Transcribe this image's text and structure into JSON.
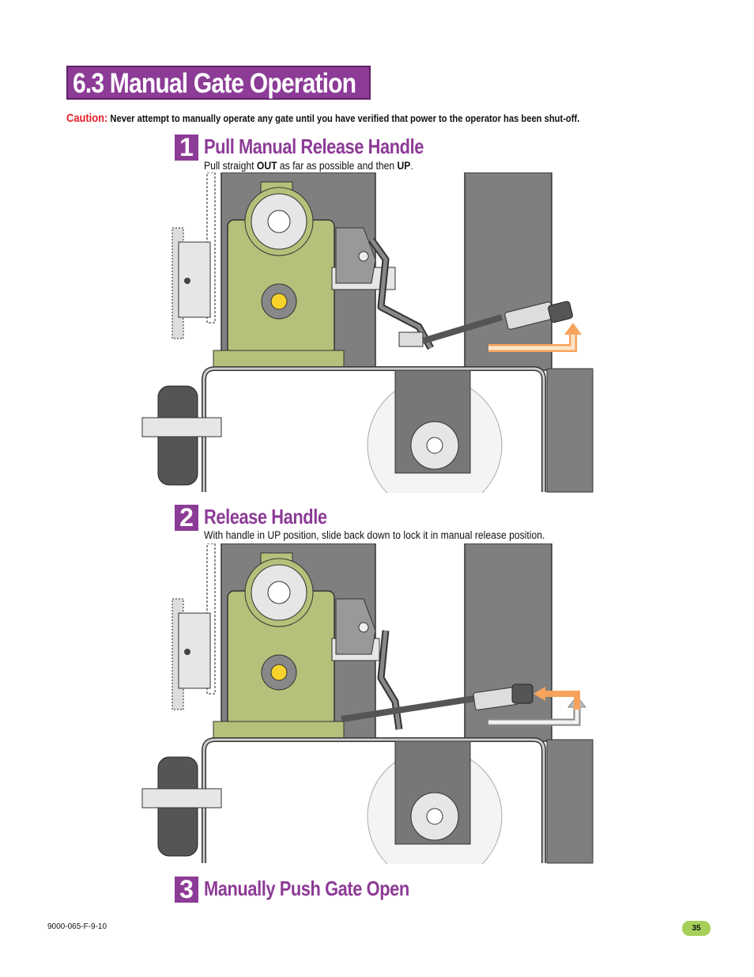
{
  "header": {
    "title": "6.3 Manual Gate Operation"
  },
  "caution": {
    "label": "Caution:",
    "text": "Never attempt to manually operate any gate until you have verified that power to the operator has been shut-off."
  },
  "steps": [
    {
      "number": "1",
      "title": "Pull Manual Release Handle",
      "desc_pre": "Pull straight ",
      "desc_b1": "OUT",
      "desc_mid": " as far as possible and then ",
      "desc_b2": "UP",
      "desc_post": "."
    },
    {
      "number": "2",
      "title": "Release Handle",
      "desc": "With handle in UP position, slide back down to lock it in manual release position."
    },
    {
      "number": "3",
      "title": "Manually Push Gate Open"
    }
  ],
  "footer": {
    "doc_code": "9000-065-F-9-10",
    "page_number": "35"
  },
  "colors": {
    "accent_purple": "#8c3b96",
    "caution_red": "#e8202a",
    "gearbox_green": "#b5c07a",
    "arrow_orange": "#f7a35c",
    "page_badge_green": "#a6cf5a"
  }
}
